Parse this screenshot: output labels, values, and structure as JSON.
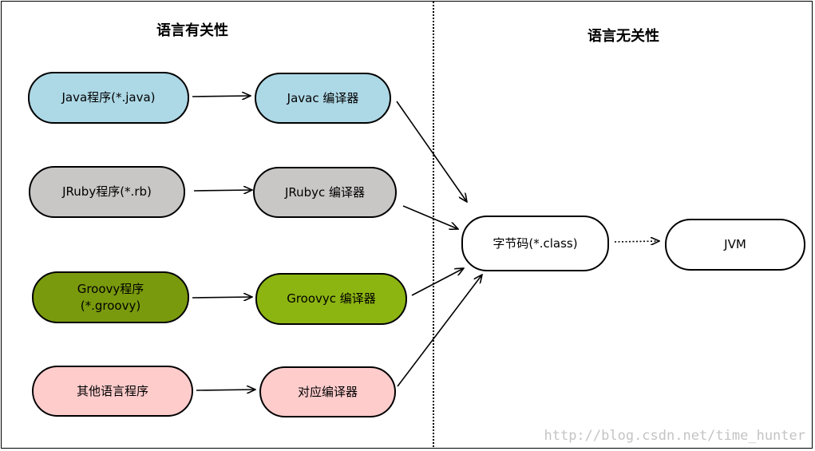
{
  "sections": {
    "language_dependent": "语言有关性",
    "language_independent": "语言无关性"
  },
  "nodes": {
    "java_program": "Java程序(*.java)",
    "javac_compiler": "Javac 编译器",
    "jruby_program": "JRuby程序(*.rb)",
    "jrubyc_compiler": "JRubyc 编译器",
    "groovy_program_line1": "Groovy程序",
    "groovy_program_line2": "(*.groovy)",
    "groovyc_compiler": "Groovyc 编译器",
    "other_program": "其他语言程序",
    "other_compiler": "对应编译器",
    "bytecode": "字节码(*.class)",
    "jvm": "JVM"
  },
  "colors": {
    "java": "#add8e6",
    "jruby": "#c9c6c6",
    "groovy_program": "#7a9a0e",
    "groovy_compiler": "#8db512",
    "other": "#ffcccc",
    "neutral": "#ffffff"
  },
  "watermark": "http://blog.csdn.net/time_hunter"
}
